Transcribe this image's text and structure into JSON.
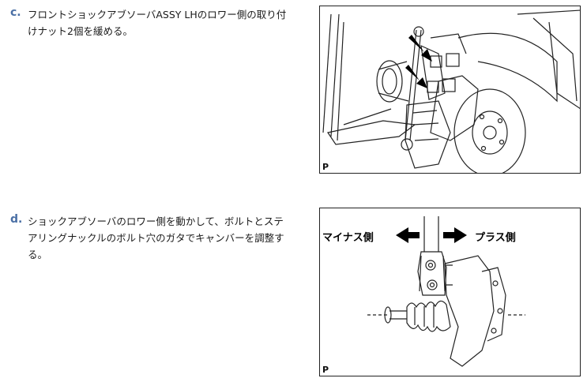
{
  "steps": [
    {
      "letter": "c.",
      "text": "フロントショックアブソーバASSY LHのロワー側の取り付\nけナット2個を緩める。",
      "figure_label": "P"
    },
    {
      "letter": "d.",
      "text": "ショックアブソーバのロワー側を動かして、ボルトとステ\nアリングナックルのボルト穴のガタでキャンバーを調整す\nる。",
      "figure_label": "P",
      "minus_label": "マイナス側",
      "plus_label": "プラス側"
    }
  ],
  "colors": {
    "letter": "#4a6fa5",
    "line": "#222222"
  }
}
